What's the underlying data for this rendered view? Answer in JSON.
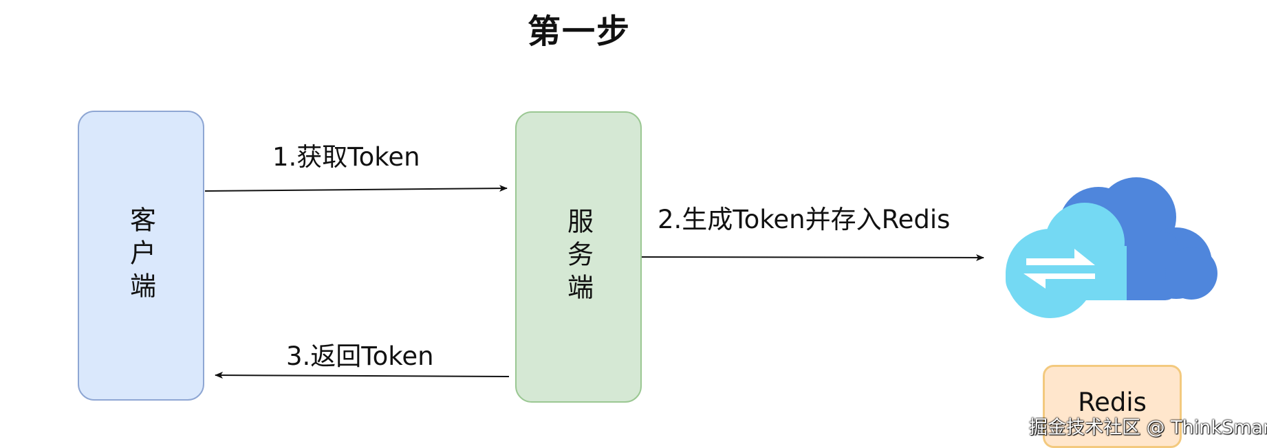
{
  "title": "第一步",
  "nodes": {
    "client": "客户端",
    "server": "服务端",
    "redis": "Redis"
  },
  "edges": {
    "get_token": "1.获取Token",
    "generate_store": "2.生成Token并存入Redis",
    "return_token": "3.返回Token"
  },
  "watermark": "掘金技术社区 @ ThinkSmart",
  "icons": {
    "redis_icon": "cloud-sync-icon"
  },
  "colors": {
    "client_fill": "#dae8fc",
    "client_border": "#8ea6d3",
    "server_fill": "#d5e8d4",
    "server_border": "#9ac792",
    "redis_fill": "#ffe6cc",
    "redis_border": "#f3c97e",
    "cloud_dark": "#4f86dc",
    "cloud_light": "#74d9f3"
  }
}
